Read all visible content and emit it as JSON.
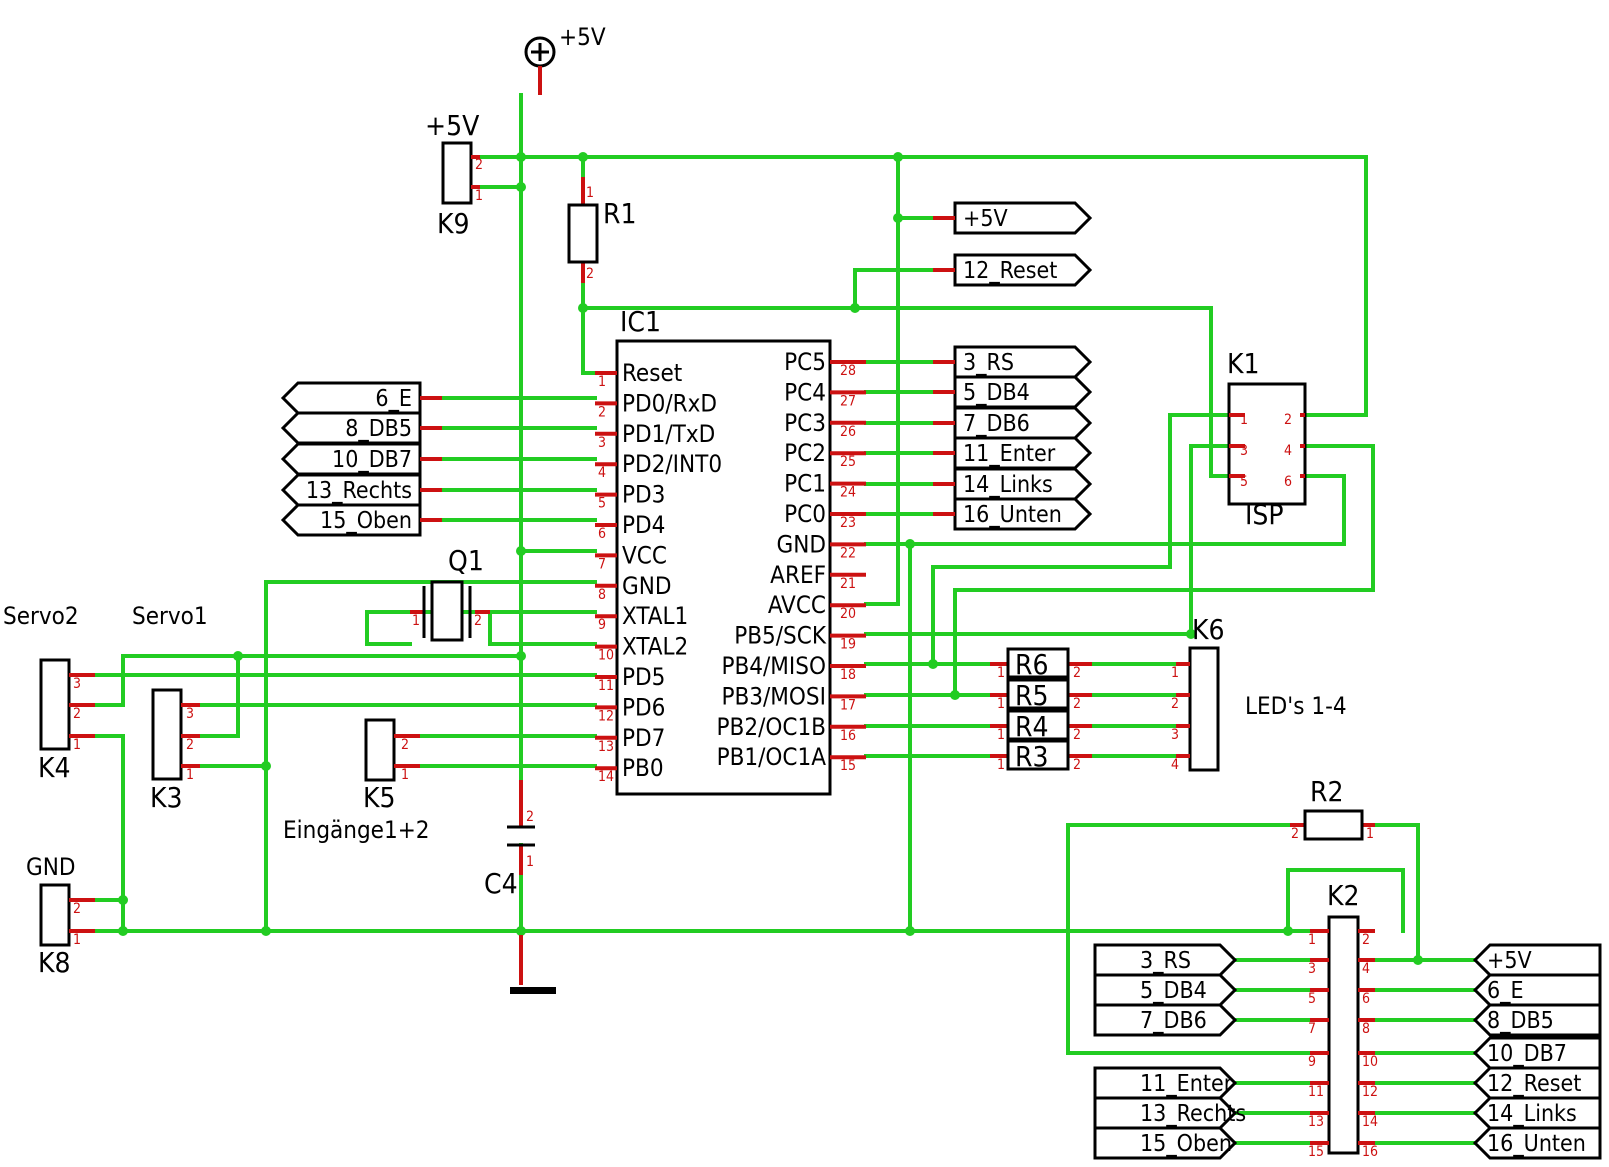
{
  "supply": {
    "label": "+5V"
  },
  "k9": {
    "name": "K9",
    "value": "+5V",
    "pins": [
      "2",
      "1"
    ]
  },
  "r1": {
    "name": "R1",
    "pins": [
      "1",
      "2"
    ]
  },
  "r2": {
    "name": "R2",
    "pins": [
      "2",
      "1"
    ]
  },
  "ic1": {
    "name": "IC1",
    "left": [
      {
        "n": "1",
        "s": "Reset"
      },
      {
        "n": "2",
        "s": "PD0/RxD"
      },
      {
        "n": "3",
        "s": "PD1/TxD"
      },
      {
        "n": "4",
        "s": "PD2/INT0"
      },
      {
        "n": "5",
        "s": "PD3"
      },
      {
        "n": "6",
        "s": "PD4"
      },
      {
        "n": "7",
        "s": "VCC"
      },
      {
        "n": "8",
        "s": "GND"
      },
      {
        "n": "9",
        "s": "XTAL1"
      },
      {
        "n": "10",
        "s": "XTAL2"
      },
      {
        "n": "11",
        "s": "PD5"
      },
      {
        "n": "12",
        "s": "PD6"
      },
      {
        "n": "13",
        "s": "PD7"
      },
      {
        "n": "14",
        "s": "PB0"
      }
    ],
    "right": [
      {
        "n": "28",
        "s": "PC5"
      },
      {
        "n": "27",
        "s": "PC4"
      },
      {
        "n": "26",
        "s": "PC3"
      },
      {
        "n": "25",
        "s": "PC2"
      },
      {
        "n": "24",
        "s": "PC1"
      },
      {
        "n": "23",
        "s": "PC0"
      },
      {
        "n": "22",
        "s": "GND"
      },
      {
        "n": "21",
        "s": "AREF"
      },
      {
        "n": "20",
        "s": "AVCC"
      },
      {
        "n": "19",
        "s": "PB5/SCK"
      },
      {
        "n": "18",
        "s": "PB4/MISO"
      },
      {
        "n": "17",
        "s": "PB3/MOSI"
      },
      {
        "n": "16",
        "s": "PB2/OC1B"
      },
      {
        "n": "15",
        "s": "PB1/OC1A"
      }
    ]
  },
  "labels_left": [
    "6_E",
    "8_DB5",
    "10_DB7",
    "13_Rechts",
    "15_Oben"
  ],
  "labels_right": [
    "+5V",
    "12_Reset",
    "3_RS",
    "5_DB4",
    "7_DB6",
    "11_Enter",
    "14_Links",
    "16_Unten"
  ],
  "q1": {
    "name": "Q1",
    "pins": [
      "1",
      "2"
    ]
  },
  "c4": {
    "name": "C4",
    "pins": [
      "2",
      "1"
    ]
  },
  "k1": {
    "name": "K1",
    "sub": "ISP",
    "pins": [
      "1",
      "2",
      "3",
      "4",
      "5",
      "6"
    ]
  },
  "k6": {
    "name": "K6",
    "note": "LED's 1-4",
    "pins": [
      "1",
      "2",
      "3",
      "4"
    ]
  },
  "resistors": [
    {
      "name": "R6"
    },
    {
      "name": "R5"
    },
    {
      "name": "R4"
    },
    {
      "name": "R3"
    }
  ],
  "res_pins": [
    "1",
    "2"
  ],
  "servo2": {
    "title": "Servo2",
    "name": "K4",
    "pins": [
      "3",
      "2",
      "1"
    ]
  },
  "servo1": {
    "title": "Servo1",
    "name": "K3",
    "pins": [
      "3",
      "2",
      "1"
    ]
  },
  "k5": {
    "name": "K5",
    "note": "Eingänge1+2",
    "pins": [
      "2",
      "1"
    ]
  },
  "k8": {
    "title": "GND",
    "name": "K8",
    "pins": [
      "2",
      "1"
    ]
  },
  "k2": {
    "name": "K2",
    "left_labels": [
      "3_RS",
      "5_DB4",
      "7_DB6",
      "11_Enter",
      "13_Rechts",
      "15_Oben"
    ],
    "right_labels": [
      "+5V",
      "6_E",
      "8_DB5",
      "10_DB7",
      "12_Reset",
      "14_Links",
      "16_Unten"
    ],
    "odd_pins": [
      "1",
      "3",
      "5",
      "7",
      "9",
      "11",
      "13",
      "15"
    ],
    "even_pins": [
      "2",
      "4",
      "6",
      "8",
      "10",
      "12",
      "14",
      "16"
    ]
  }
}
